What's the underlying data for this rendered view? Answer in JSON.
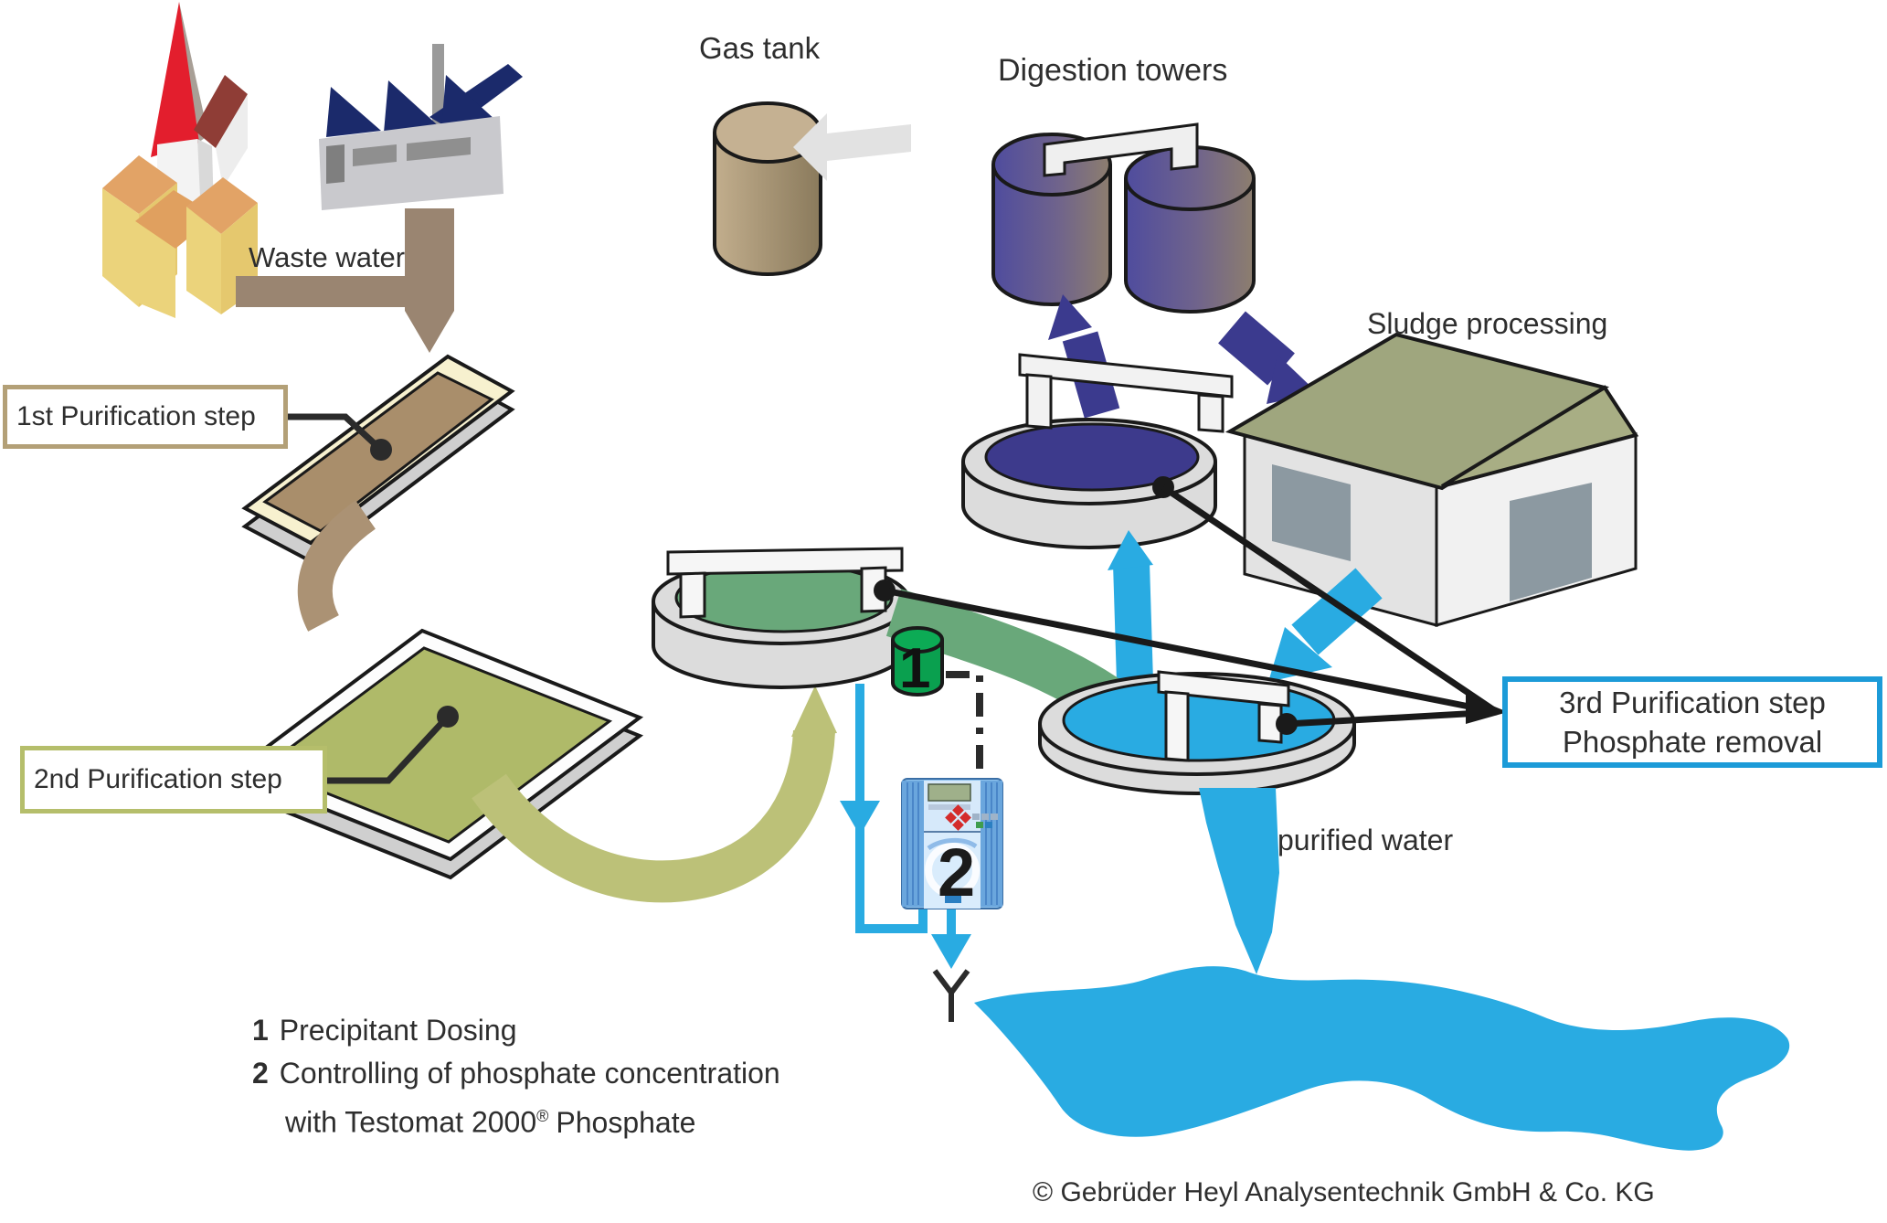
{
  "labels": {
    "waste_water": "Waste water",
    "gas_tank": "Gas tank",
    "digestion_towers": "Digestion towers",
    "sludge_processing": "Sludge processing",
    "purified_water": "purified water",
    "step1": "1st Purification step",
    "step2": "2nd Purification step",
    "step3_line1": "3rd Purification step",
    "step3_line2": "Phosphate removal"
  },
  "markers": {
    "precipitant_dosing": "1",
    "controller": "2"
  },
  "legend": {
    "item1_num": "1",
    "item1_text": "Precipitant Dosing",
    "item2_num": "2",
    "item2_text": "Controlling of phosphate concentration",
    "item2_cont": "with Testomat 2000",
    "item2_reg": "®",
    "item2_cont_end": "Phosphate"
  },
  "copyright": "© Gebrüder Heyl Analysentechnik GmbH & Co. KG",
  "colors": {
    "water_blue": "#29abe2",
    "indigo_sludge": "#3b3a8e",
    "biology_green": "#69a87a",
    "dosing_green": "#0aa04f",
    "olive": "#b5be6b",
    "tan": "#b3a077",
    "sediment_brown": "#a98e6b",
    "callout_blue": "#1c9bd8"
  }
}
